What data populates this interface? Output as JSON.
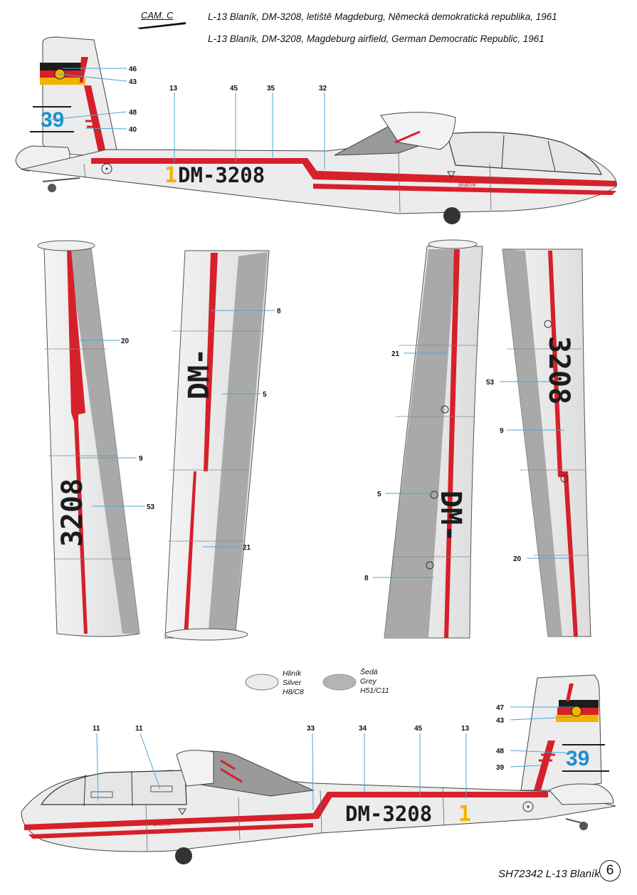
{
  "header": {
    "camouflage_label": "CAM. C",
    "title_czech": "L-13 Blaník, DM-3208, letiště Magdeburg, Německá demokratická republika, 1961",
    "title_english": "L-13 Blaník, DM-3208, Magdeburg airfield, German Democratic Republic, 1961"
  },
  "aircraft": {
    "registration": "DM-3208",
    "reg_prefix": "DM-",
    "reg_number": "3208",
    "fin_number": "39",
    "yellow_numeral": "1",
    "nose_logo": "Blaník"
  },
  "callouts": {
    "side_top": [
      "46",
      "43",
      "48",
      "40",
      "13",
      "45",
      "35",
      "32"
    ],
    "wings": [
      "20",
      "9",
      "53",
      "8",
      "5",
      "21",
      "21",
      "5",
      "8",
      "53",
      "9",
      "20"
    ],
    "side_bottom": [
      "47",
      "43",
      "48",
      "39",
      "11",
      "11",
      "33",
      "34",
      "45",
      "13"
    ]
  },
  "legend": [
    {
      "name_cz": "Hliník",
      "name_en": "Silver",
      "codes": "H8/C8",
      "color": "#ebebeb"
    },
    {
      "name_cz": "Šedá",
      "name_en": "Grey",
      "codes": "H51/C11",
      "color": "#b4b4b4"
    }
  ],
  "colors": {
    "red": "#d6202a",
    "yellow": "#f2b300",
    "blue": "#1a8fd0",
    "silver": "#ebebeb",
    "grey": "#a9a9a9",
    "black": "#1c1c1c",
    "callout_line": "#4aa6d9"
  },
  "footer": {
    "code": "SH72342 L-13 Blaník",
    "page": "6"
  }
}
